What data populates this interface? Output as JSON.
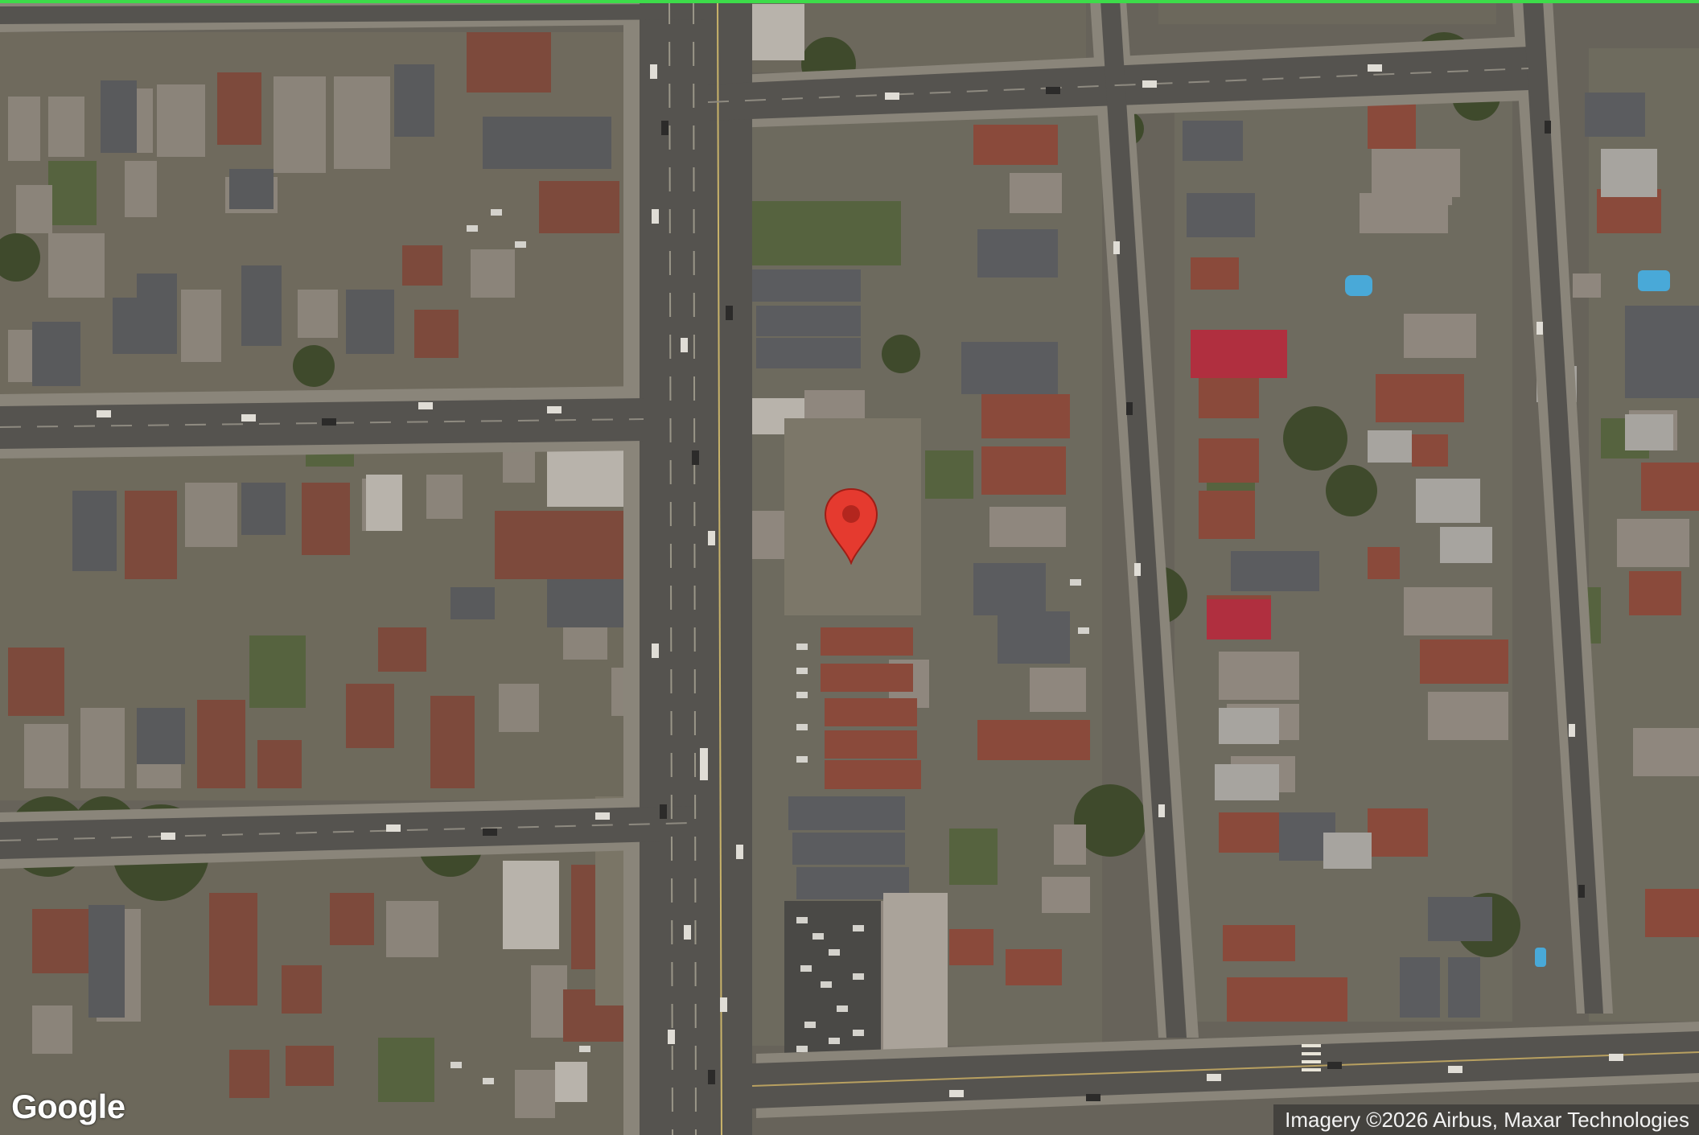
{
  "map": {
    "view": "satellite",
    "logo_text": "Google",
    "attribution": "Imagery ©2026 Airbus, Maxar Technologies",
    "marker_icon": "map-pin-icon",
    "colors": {
      "accent_strip": "#3ddc4a",
      "marker": "#e53a2f",
      "marker_dot": "#b3261e"
    }
  }
}
